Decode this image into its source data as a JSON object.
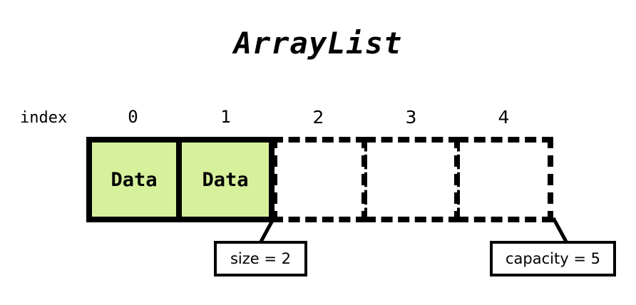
{
  "diagram": {
    "title": "ArrayList",
    "axis_label": "index",
    "colors": {
      "filled_cell": "#d6f09c",
      "stroke": "#000000",
      "background": "#ffffff"
    },
    "cells": [
      {
        "index": "0",
        "label": "Data",
        "state": "filled"
      },
      {
        "index": "1",
        "label": "Data",
        "state": "filled"
      },
      {
        "index": "2",
        "label": "",
        "state": "empty"
      },
      {
        "index": "3",
        "label": "",
        "state": "empty"
      },
      {
        "index": "4",
        "label": "",
        "state": "empty"
      }
    ],
    "callouts": [
      {
        "name": "size",
        "text": "size = 2",
        "value": 2
      },
      {
        "name": "capacity",
        "text": "capacity = 5",
        "value": 5
      }
    ]
  }
}
